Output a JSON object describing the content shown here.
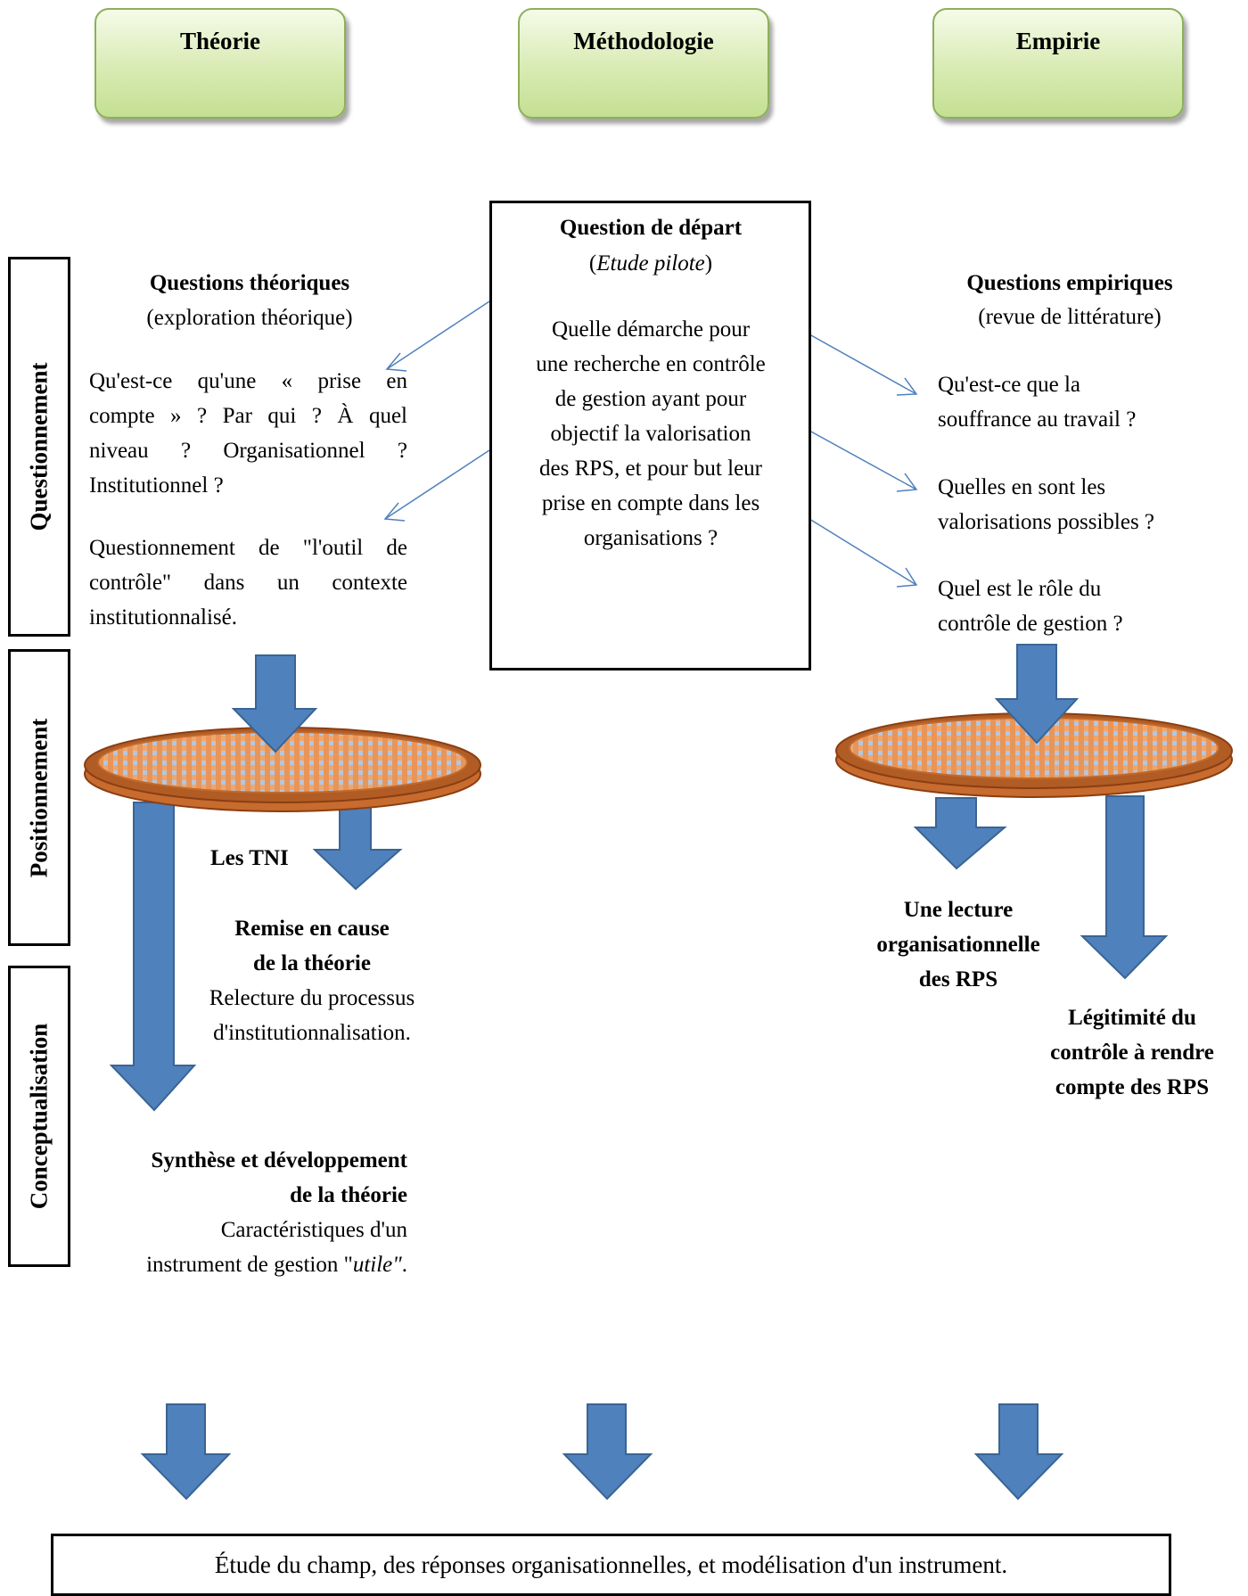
{
  "headers": {
    "theory": "Théorie",
    "methodology": "Méthodologie",
    "empirical": "Empirie"
  },
  "phases": {
    "questioning": "Questionnement",
    "positioning": "Positionnement",
    "conceptualisation": "Conceptualisation"
  },
  "center": {
    "title": "Question de départ",
    "subtitle_open": "(",
    "subtitle_italic": "Etude pilote",
    "subtitle_close": ")",
    "lines": [
      "Quelle démarche pour",
      "une recherche en contrôle",
      "de gestion ayant pour",
      "objectif la valorisation",
      "des RPS, et pour but leur",
      "prise en compte dans les",
      "organisations ?"
    ]
  },
  "theory": {
    "title": "Questions théoriques",
    "subtitle": "(exploration théorique)",
    "q1_lines": [
      "Qu'est-ce qu'une « prise en",
      "compte » ? Par qui ? À quel",
      "niveau ? Organisationnel ?",
      "Institutionnel ?"
    ],
    "q2_lines": [
      "Questionnement de \"l'outil de",
      "contrôle\" dans un contexte",
      "institutionnalisé."
    ],
    "tni_label": "Les TNI",
    "challenge_title_lines": [
      "Remise en cause",
      "de la théorie"
    ],
    "challenge_desc_lines": [
      "Relecture du processus",
      "d'institutionnalisation."
    ],
    "synthesis_title_lines": [
      "Synthèse et développement",
      "de la théorie"
    ],
    "synthesis_desc_line1": "Caractéristiques d'un",
    "synthesis_desc_prefix": "instrument de gestion \"",
    "synthesis_desc_italic": "utile\"",
    "synthesis_desc_suffix": "."
  },
  "empirical": {
    "title": "Questions empiriques",
    "subtitle": "(revue de littérature)",
    "q1_lines": [
      "Qu'est-ce que la",
      "souffrance au travail ?"
    ],
    "q2_lines": [
      "Quelles en sont les",
      "valorisations possibles ?"
    ],
    "q3_lines": [
      "Quel est le rôle du",
      "contrôle de gestion ?"
    ],
    "reading_lines": [
      "Une lecture",
      "organisationnelle",
      "des RPS"
    ],
    "legitimacy_lines": [
      "Légitimité du",
      "contrôle à rendre",
      "compte des RPS"
    ]
  },
  "footer": "Étude du champ, des réponses organisationnelles, et modélisation d'un instrument.",
  "colors": {
    "arrow_fill": "#4f81bd",
    "arrow_stroke": "#3a6494",
    "thin_arrow": "#4f81bd",
    "sieve_rim": "#b05c24",
    "sieve_mesh": "#f0a66a",
    "sieve_gap": "#b4c6e0",
    "header_border": "#8cb05a"
  }
}
